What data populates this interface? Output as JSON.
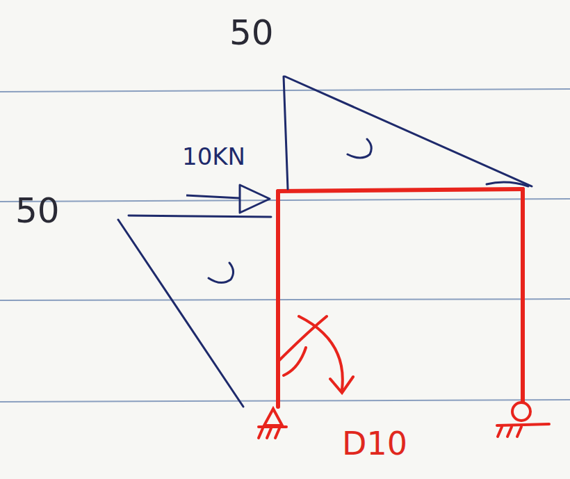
{
  "diagram": {
    "labels": [
      "50",
      "10KN",
      "50",
      "D10"
    ]
  }
}
